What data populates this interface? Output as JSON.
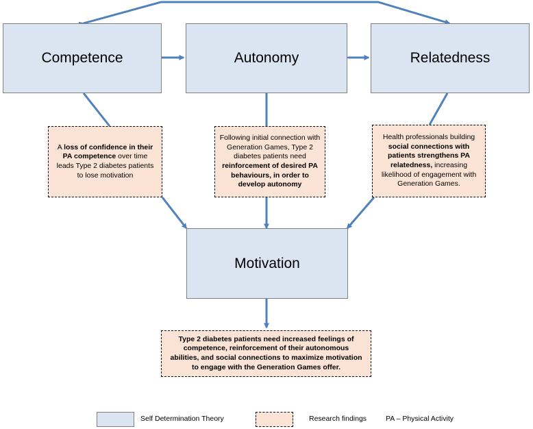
{
  "colors": {
    "sdt_fill": "#dbe5f1",
    "finding_fill": "#fbe4d5",
    "arrow": "#4f81bd"
  },
  "nodes": {
    "competence": "Competence",
    "autonomy": "Autonomy",
    "relatedness": "Relatedness",
    "motivation": "Motivation"
  },
  "findings": {
    "competence": {
      "p1": "A ",
      "b1": "loss of confidence in their PA competence",
      "p2": " over time leads Type 2 diabetes patients to lose motivation"
    },
    "autonomy": {
      "p1": "Following initial connection with Generation Games, Type 2 diabetes patients need ",
      "b1": "reinforcement of desired PA behaviours, in order to develop autonomy"
    },
    "relatedness": {
      "p1": "Health professionals building ",
      "b1": "social connections with patients strengthens PA relatedness,",
      "p2": " increasing likelihood of engagement with Generation Games."
    },
    "motivation": {
      "b1": "Type 2 diabetes patients need increased feelings of competence, reinforcement of their autonomous abilities, and social connections to maximize motivation to engage with the Generation Games offer."
    }
  },
  "legend": {
    "sdt": "Self Determination Theory",
    "research": "Research findings",
    "pa": "PA – Physical Activity"
  }
}
